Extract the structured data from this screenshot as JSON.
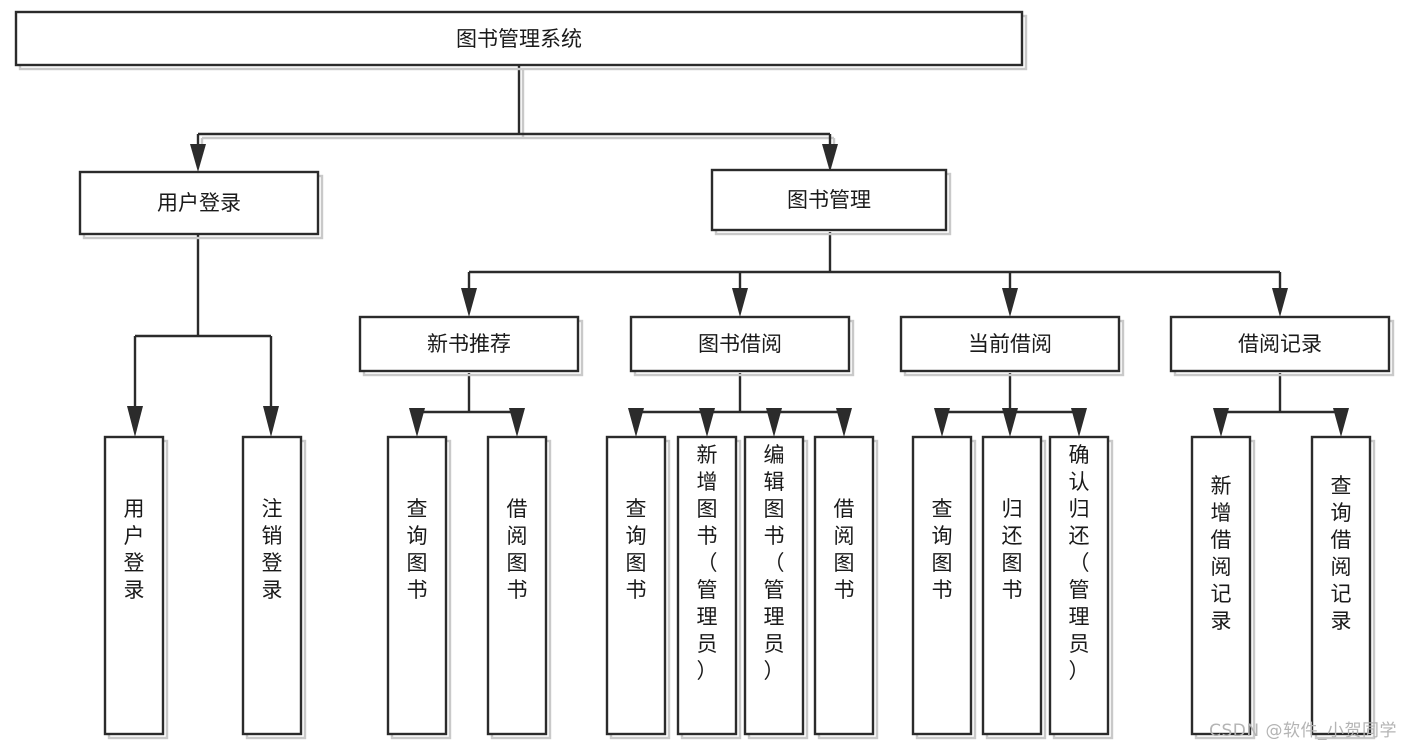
{
  "diagram": {
    "title": "图书管理系统",
    "type": "tree-hierarchy-chart",
    "watermark": "CSDN @软件_小贺同学",
    "colors": {
      "stroke": "#2b2b2b",
      "fill": "#ffffff",
      "text": "#1a1a1a",
      "watermark": "#b4b4b4"
    },
    "root": {
      "label": "图书管理系统",
      "children": [
        {
          "label": "用户登录",
          "children": [
            {
              "label": "用户登录"
            },
            {
              "label": "注销登录"
            }
          ]
        },
        {
          "label": "图书管理",
          "children": [
            {
              "label": "新书推荐",
              "children": [
                {
                  "label": "查询图书"
                },
                {
                  "label": "借阅图书"
                }
              ]
            },
            {
              "label": "图书借阅",
              "children": [
                {
                  "label": "查询图书"
                },
                {
                  "label": "新增图书（管理员）"
                },
                {
                  "label": "编辑图书（管理员）"
                },
                {
                  "label": "借阅图书"
                }
              ]
            },
            {
              "label": "当前借阅",
              "children": [
                {
                  "label": "查询图书"
                },
                {
                  "label": "归还图书"
                },
                {
                  "label": "确认归还（管理员）"
                }
              ]
            },
            {
              "label": "借阅记录",
              "children": [
                {
                  "label": "新增借阅记录"
                },
                {
                  "label": "查询借阅记录"
                }
              ]
            }
          ]
        }
      ]
    },
    "nodes": {
      "root_title": "图书管理系统",
      "l2_user_login": "用户登录",
      "l2_book_manage": "图书管理",
      "l3_new_book": "新书推荐",
      "l3_borrow": "图书借阅",
      "l3_current": "当前借阅",
      "l3_record": "借阅记录",
      "leaf_user_login": "用户登录",
      "leaf_logout": "注销登录",
      "leaf_nb_query": "查询图书",
      "leaf_nb_borrow": "借阅图书",
      "leaf_bb_query": "查询图书",
      "leaf_bb_add": "新增图书（管理员）",
      "leaf_bb_edit": "编辑图书（管理员）",
      "leaf_bb_borrow": "借阅图书",
      "leaf_cb_query": "查询图书",
      "leaf_cb_return": "归还图书",
      "leaf_cb_confirm": "确认归还（管理员）",
      "leaf_rec_add": "新增借阅记录",
      "leaf_rec_query": "查询借阅记录"
    }
  }
}
